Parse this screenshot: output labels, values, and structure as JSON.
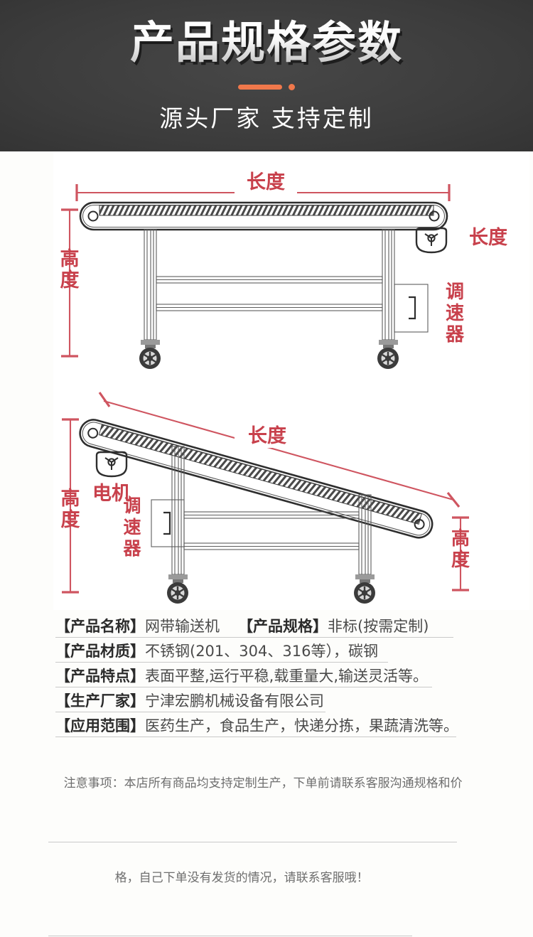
{
  "banner": {
    "title": "产品规格参数",
    "subtitle": "源头厂家 支持定制",
    "accent_color": "#f0784b",
    "background_color": "#3c3c3c",
    "title_color": "#ffffff"
  },
  "diagrams": {
    "dimension_color": "#cf5560",
    "line_color": "#2e2e2e",
    "horizontal": {
      "name": "horizontal-belt-conveyor",
      "labels": {
        "length_top": "长度",
        "height_left": "高度",
        "length_right": "长度",
        "governor": "调速器"
      }
    },
    "inclined": {
      "name": "inclined-belt-conveyor",
      "labels": {
        "length_slope": "长度",
        "height_left": "高度",
        "height_right": "高度",
        "motor": "电机",
        "governor": "调速器"
      }
    }
  },
  "spec": {
    "rows": [
      {
        "key": "【产品名称】",
        "value": "网带输送机",
        "key2": "【产品规格】",
        "value2": "非标(按需定制)",
        "rule_width": 560
      },
      {
        "key": "【产品材质】",
        "value": "不锈钢(201、304、316等），碳钢",
        "rule_width": 468
      },
      {
        "key": "【产品特点】",
        "value": "表面平整,运行平稳,载重量大,输送灵活等。",
        "rule_width": 530
      },
      {
        "key": "【生产厂家】",
        "value": "宁津宏鹏机械设备有限公司",
        "rule_width": 380
      },
      {
        "key": "【应用范围】",
        "value": "医药生产，食品生产，快递分拣，果蔬清洗等。",
        "rule_width": 564
      }
    ]
  },
  "note": {
    "line1": "注意事项：本店所有商品均支持定制生产，下单前请联系客服沟通规格和价",
    "line2": "格，自己下单没有发货的情况，请联系客服哦！"
  }
}
